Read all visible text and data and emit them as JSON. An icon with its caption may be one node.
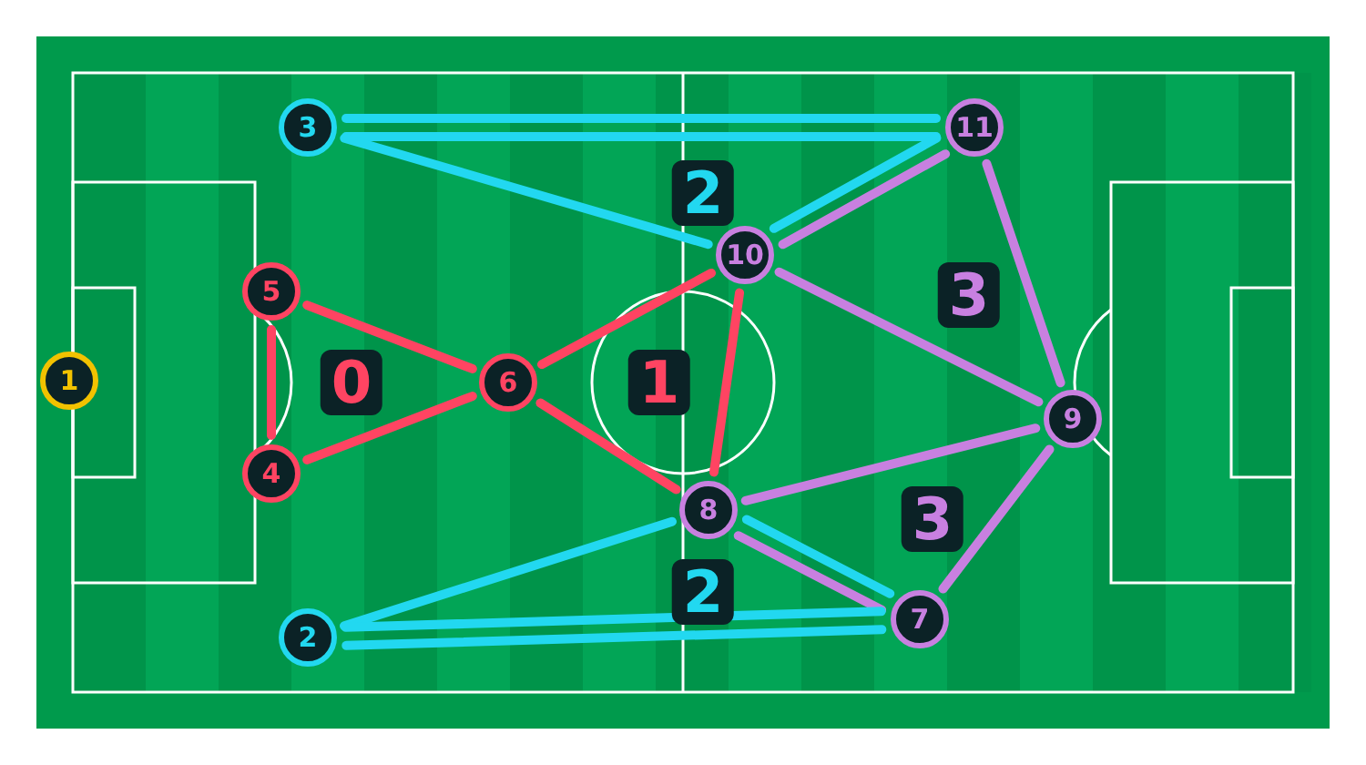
{
  "diagram": {
    "nodes": [
      {
        "text": [
          "1"
        ]
      },
      {
        "text": [
          "2"
        ]
      },
      {
        "text": [
          "3"
        ]
      },
      {
        "text": [
          "4"
        ]
      },
      {
        "text": [
          "5"
        ]
      },
      {
        "text": [
          "6"
        ]
      },
      {
        "text": [
          "7"
        ]
      },
      {
        "text": [
          "8"
        ]
      },
      {
        "text": [
          "9"
        ]
      },
      {
        "text": [
          "10"
        ]
      },
      {
        "text": [
          "11"
        ]
      }
    ],
    "edges": [
      {
        "from": 2,
        "to": 10,
        "arrow": "none",
        "color": "#22d8f0"
      },
      {
        "from": 2,
        "to": 10,
        "arrow": "none",
        "color": "#22d8f0"
      },
      {
        "from": 2,
        "to": 9,
        "arrow": "none",
        "color": "#22d8f0"
      },
      {
        "from": 10,
        "to": 9,
        "arrow": "none",
        "color": "#22d8f0"
      },
      {
        "from": 10,
        "to": 9,
        "arrow": "none",
        "color": "#c880e0"
      },
      {
        "from": 10,
        "to": 8,
        "arrow": "none",
        "color": "#c880e0"
      },
      {
        "from": 9,
        "to": 8,
        "arrow": "none",
        "color": "#c880e0"
      },
      {
        "from": 4,
        "to": 5,
        "arrow": "none",
        "color": "#ff4462"
      },
      {
        "from": 4,
        "to": 3,
        "arrow": "none",
        "color": "#ff4462"
      },
      {
        "from": 3,
        "to": 5,
        "arrow": "none",
        "color": "#ff4462"
      },
      {
        "from": 5,
        "to": 9,
        "arrow": "none",
        "color": "#ff4462"
      },
      {
        "from": 5,
        "to": 7,
        "arrow": "none",
        "color": "#ff4462"
      },
      {
        "from": 9,
        "to": 7,
        "arrow": "none",
        "color": "#ff4462"
      },
      {
        "from": 7,
        "to": 8,
        "arrow": "none",
        "color": "#c880e0"
      },
      {
        "from": 7,
        "to": 6,
        "arrow": "none",
        "color": "#c880e0"
      },
      {
        "from": 7,
        "to": 6,
        "arrow": "none",
        "color": "#22d8f0"
      },
      {
        "from": 6,
        "to": 8,
        "arrow": "none",
        "color": "#c880e0"
      },
      {
        "from": 1,
        "to": 7,
        "arrow": "none",
        "color": "#22d8f0"
      },
      {
        "from": 1,
        "to": 6,
        "arrow": "none",
        "color": "#22d8f0"
      },
      {
        "from": 1,
        "to": 6,
        "arrow": "none",
        "color": "#22d8f0"
      }
    ],
    "labels": [
      "2",
      "3",
      "0",
      "1",
      "3",
      "2"
    ]
  }
}
